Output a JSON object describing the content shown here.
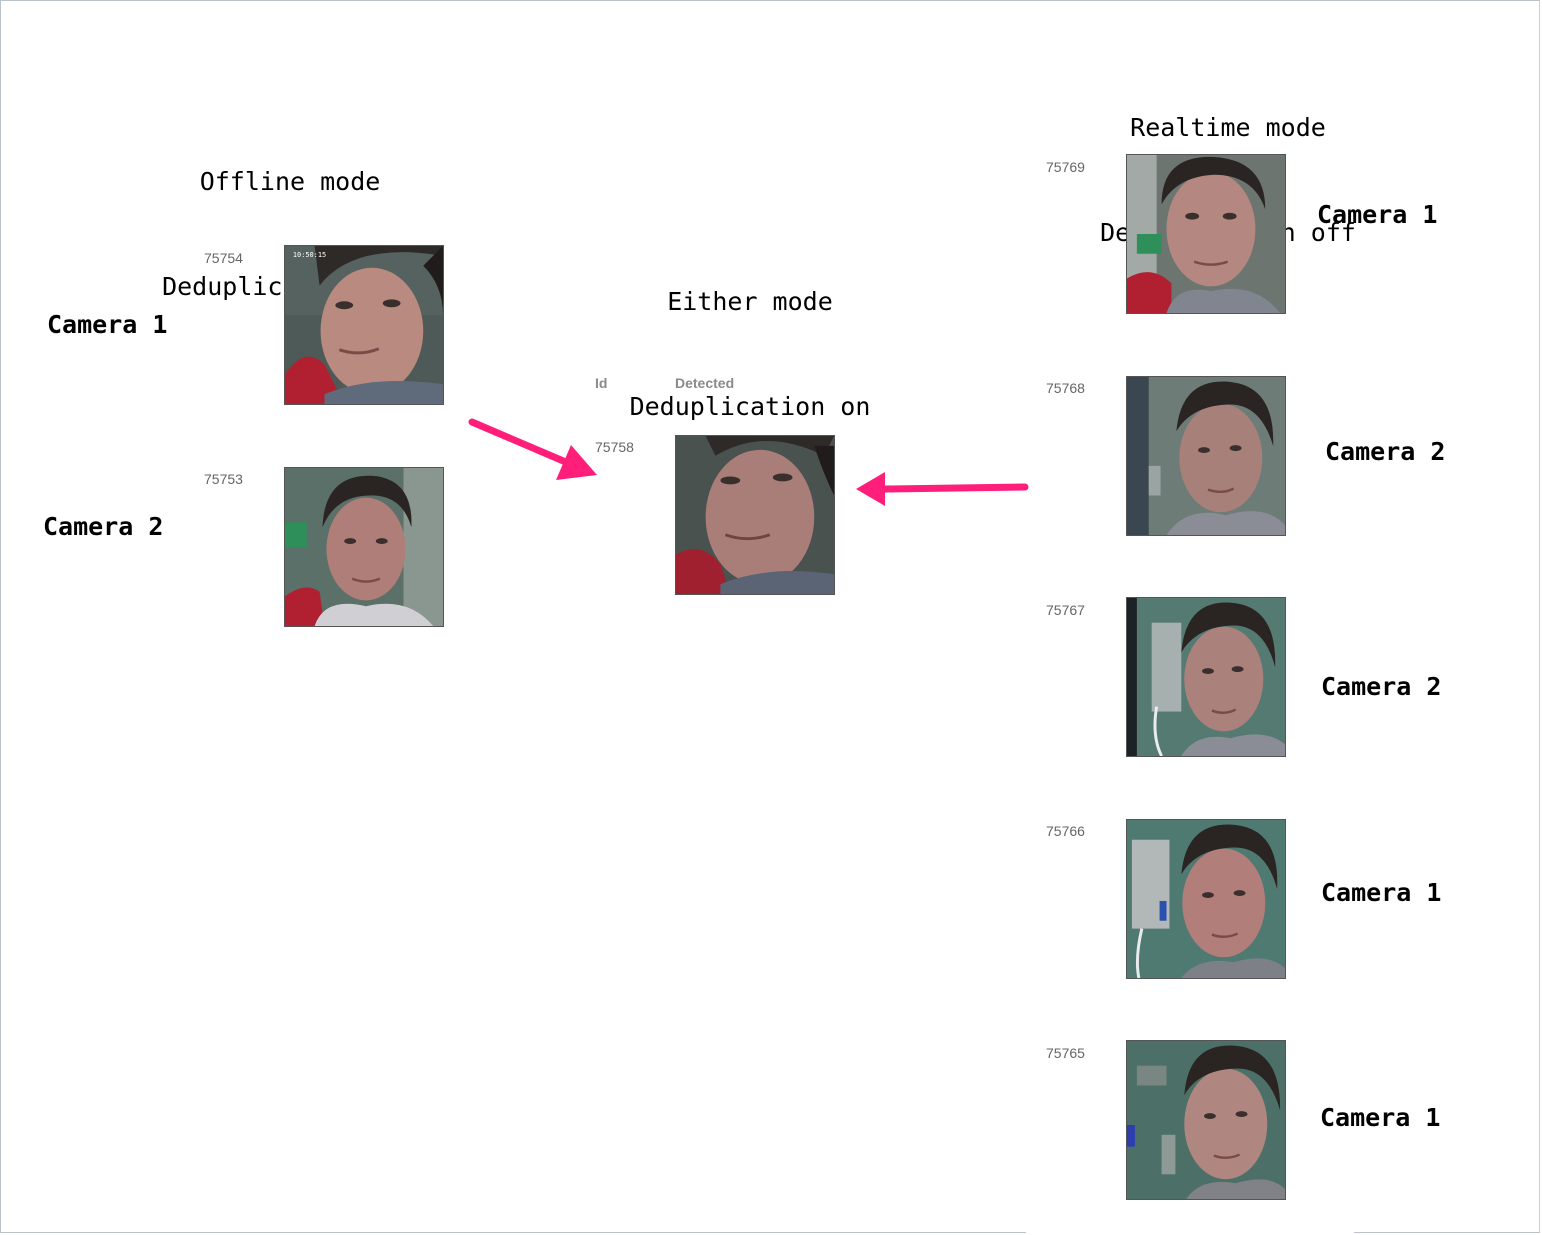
{
  "headings": {
    "offline": [
      "Offline mode",
      "Deduplication off"
    ],
    "either": [
      "Either mode",
      "Deduplication on"
    ],
    "realtime": [
      "Realtime mode",
      "Deduplication off"
    ]
  },
  "offline": {
    "records": [
      {
        "id": "75754",
        "camera": "Camera 1",
        "timestamp": "10:50:15"
      },
      {
        "id": "75753",
        "camera": "Camera 2"
      }
    ]
  },
  "middle": {
    "columns": {
      "id": "Id",
      "detected": "Detected"
    },
    "record": {
      "id": "75758"
    }
  },
  "realtime": {
    "records": [
      {
        "id": "75769",
        "camera": "Camera 1"
      },
      {
        "id": "75768",
        "camera": "Camera 2"
      },
      {
        "id": "75767",
        "camera": "Camera 2"
      },
      {
        "id": "75766",
        "camera": "Camera 1"
      },
      {
        "id": "75765",
        "camera": "Camera 1"
      }
    ]
  },
  "colors": {
    "arrow": "#ff1f7a",
    "thumb_border": "#555555",
    "id_text": "#666666"
  }
}
